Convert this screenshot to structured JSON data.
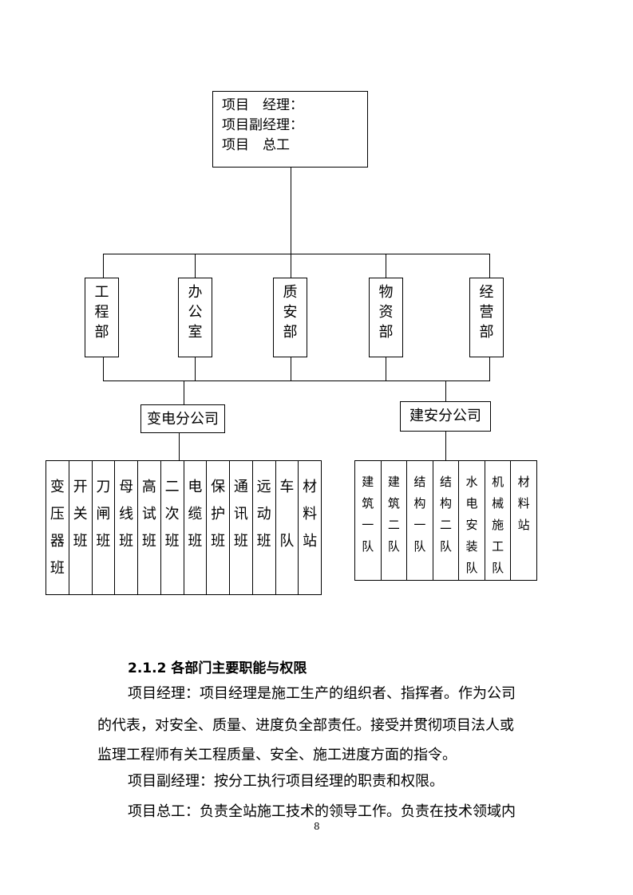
{
  "org_chart": {
    "top_box": {
      "lines": [
        "项目　经理：",
        "项目副经理：",
        "项目　总工"
      ]
    },
    "departments": [
      {
        "chars": [
          "工",
          "程",
          "部"
        ]
      },
      {
        "chars": [
          "办",
          "公",
          "室"
        ]
      },
      {
        "chars": [
          "质",
          "安",
          "部"
        ]
      },
      {
        "chars": [
          "物",
          "资",
          "部"
        ]
      },
      {
        "chars": [
          "经",
          "营",
          "部"
        ]
      }
    ],
    "subsidiaries": {
      "left": "变电分公司",
      "right": "建安分公司"
    },
    "left_teams": [
      {
        "chars": [
          "变",
          "压",
          "器",
          "班"
        ]
      },
      {
        "chars": [
          "开",
          "关",
          "班"
        ]
      },
      {
        "chars": [
          "刀",
          "闸",
          "班"
        ]
      },
      {
        "chars": [
          "母",
          "线",
          "班"
        ]
      },
      {
        "chars": [
          "高",
          "试",
          "班"
        ]
      },
      {
        "chars": [
          "二",
          "次",
          "班"
        ]
      },
      {
        "chars": [
          "电",
          "缆",
          "班"
        ]
      },
      {
        "chars": [
          "保",
          "护",
          "班"
        ]
      },
      {
        "chars": [
          "通",
          "讯",
          "班"
        ]
      },
      {
        "chars": [
          "远",
          "动",
          "班"
        ]
      },
      {
        "chars": [
          "车",
          "",
          "队"
        ]
      },
      {
        "chars": [
          "材",
          "料",
          "站"
        ]
      }
    ],
    "right_teams": [
      {
        "chars": [
          "建",
          "筑",
          "一",
          "队"
        ]
      },
      {
        "chars": [
          "建",
          "筑",
          "二",
          "队"
        ]
      },
      {
        "chars": [
          "结",
          "构",
          "一",
          "队"
        ]
      },
      {
        "chars": [
          "结",
          "构",
          "二",
          "队"
        ]
      },
      {
        "chars": [
          "水",
          "电",
          "安",
          "装",
          "队"
        ]
      },
      {
        "chars": [
          "机",
          "械",
          "施",
          "工",
          "队"
        ]
      },
      {
        "chars": [
          "材",
          "料",
          "站"
        ]
      }
    ]
  },
  "section": {
    "title": "2.1.2 各部门主要职能与权限",
    "paragraphs": [
      "项目经理：项目经理是施工生产的组织者、指挥者。作为公司",
      "的代表，对安全、质量、进度负全部责任。接受并贯彻项目法人或",
      "监理工程师有关工程质量、安全、施工进度方面的指令。",
      "项目副经理：按分工执行项目经理的职责和权限。",
      "项目总工：负责全站施工技术的领导工作。负责在技术领域内"
    ]
  },
  "page_number": "8"
}
